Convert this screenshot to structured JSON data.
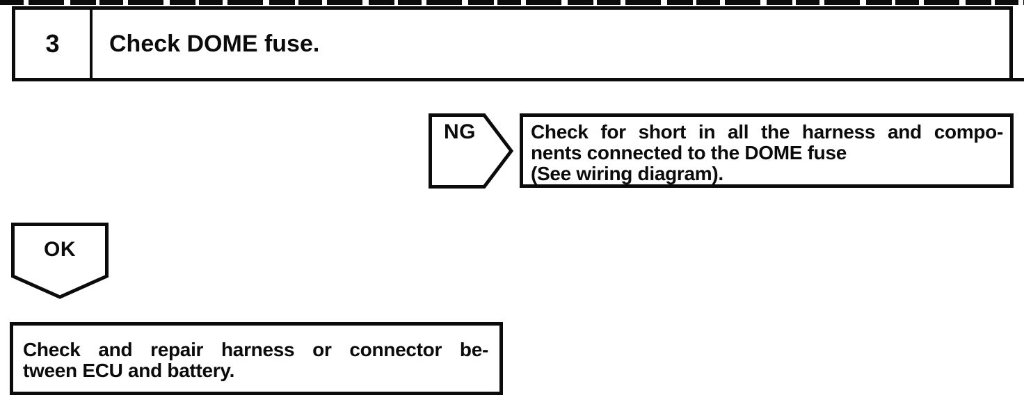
{
  "colors": {
    "ink": "#0b0b0b",
    "paper": "#ffffff"
  },
  "step_box": {
    "number": "3",
    "instruction": "Check DOME fuse."
  },
  "ng_connector": {
    "label": "NG"
  },
  "ng_result_box": {
    "lines": [
      "Check for short in all the harness and compo-",
      "nents connected to the DOME fuse",
      "(See wiring diagram)."
    ]
  },
  "ok_connector": {
    "label": "OK"
  },
  "ok_result_box": {
    "lines": [
      "Check and repair harness or connector be-",
      "tween ECU and battery."
    ]
  }
}
